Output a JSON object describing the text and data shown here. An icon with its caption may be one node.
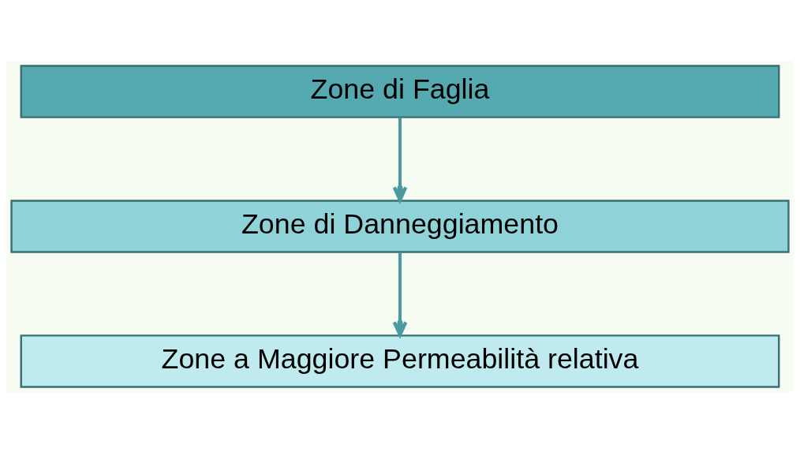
{
  "diagram": {
    "nodes": [
      {
        "text": [
          "Zone di Faglia"
        ]
      },
      {
        "text": [
          "Zone di Danneggiamento"
        ]
      },
      {
        "text": [
          "Zone a Maggiore Permeabilità relativa"
        ]
      }
    ],
    "edges": [
      {
        "from": 0,
        "to": 1,
        "arrow": "to"
      },
      {
        "from": 1,
        "to": 2,
        "arrow": "to"
      }
    ]
  }
}
